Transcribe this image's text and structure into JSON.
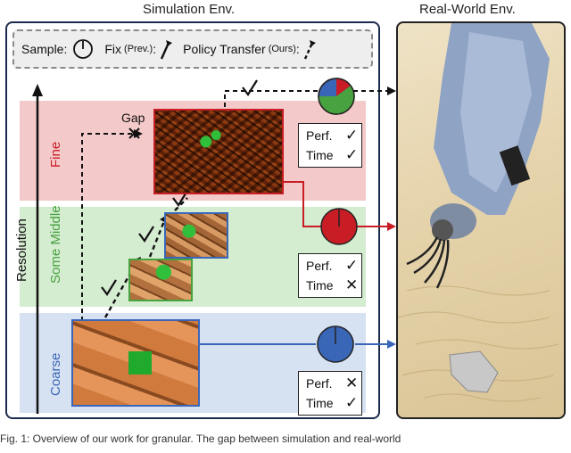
{
  "titles": {
    "simulation": "Simulation Env.",
    "real_world": "Real-World Env."
  },
  "legend": {
    "sample_label": "Sample:",
    "fix_label": "Fix",
    "fix_sub": "(Prev.)",
    "fix_colon": ":",
    "transfer_label": "Policy Transfer",
    "transfer_sub": "(Ours)",
    "transfer_colon": ":"
  },
  "axis_label": "Resolution",
  "bands": {
    "fine": "Fine",
    "mid": "Some Middle",
    "coarse": "Coarse"
  },
  "gap_label": "Gap",
  "perf_boxes": {
    "fine": {
      "perf": "Perf.",
      "time": "Time",
      "perf_mark": "✓",
      "time_mark": "✓"
    },
    "mid": {
      "perf": "Perf.",
      "time": "Time",
      "perf_mark": "✓",
      "time_mark": "✕"
    },
    "coarse": {
      "perf": "Perf.",
      "time": "Time",
      "perf_mark": "✕",
      "time_mark": "✓"
    }
  },
  "colors": {
    "fine": "#c81d25",
    "mid": "#47a23f",
    "coarse": "#3a66b8",
    "dark": "#111111"
  },
  "caption": "Fig. 1: Overview of our work for granular. The gap between simulation and real-world"
}
